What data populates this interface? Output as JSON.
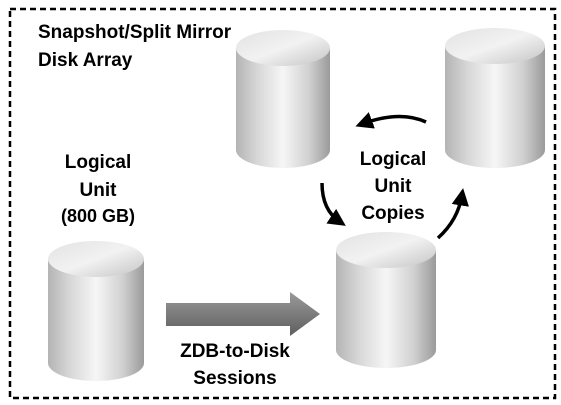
{
  "array_title": {
    "line1": "Snapshot/Split Mirror",
    "line2": "Disk Array"
  },
  "source_unit": {
    "line1": "Logical",
    "line2": "Unit",
    "line3": "(800 GB)"
  },
  "copies_label": {
    "line1": "Logical",
    "line2": "Unit",
    "line3": "Copies"
  },
  "sessions_label": {
    "line1": "ZDB-to-Disk",
    "line2": "Sessions"
  },
  "colors": {
    "frame": "#000000",
    "disk_light": "#f4f4f4",
    "disk_dark": "#9a9a9a",
    "big_arrow_light": "#9a9a9a",
    "big_arrow_dark": "#5e5e5e",
    "curved_arrow": "#000000",
    "text": "#000000"
  }
}
